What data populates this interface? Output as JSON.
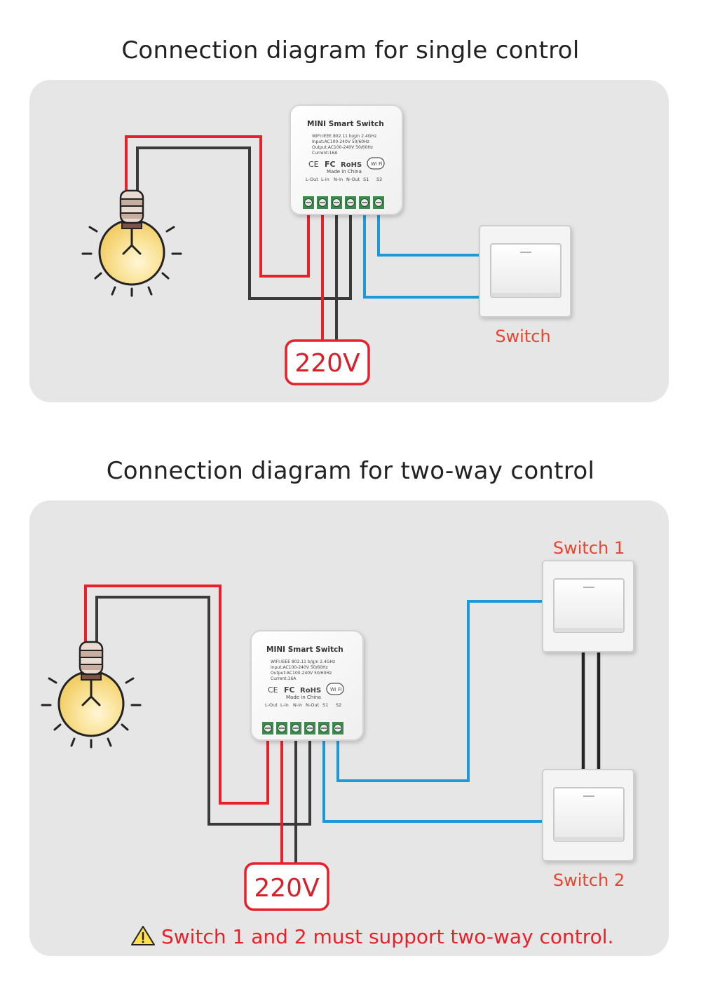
{
  "diagram1": {
    "title": "Connection diagram for single control",
    "module": {
      "name": "MINI  Smart  Switch",
      "spec_wifi": "WIFI:IEEE 802.11 b/g/n 2.4GHz",
      "spec_input": "Input:AC100-240V 50/60Hz",
      "spec_output": "Output:AC100-240V 50/60Hz",
      "spec_current": "Current:16A",
      "cert_ce": "CE",
      "cert_fc": "FC",
      "cert_rohs": "RoHS",
      "wifi_badge": "Wi Fi",
      "made_in": "Made in China",
      "terminals": [
        "L-Out",
        "L-in",
        "N-in",
        "N-Out",
        "S1",
        "S2"
      ]
    },
    "switch_label": "Switch",
    "voltage_label": "220V"
  },
  "diagram2": {
    "title": "Connection diagram for two-way control",
    "module": {
      "name": "MINI  Smart  Switch",
      "spec_wifi": "WIFI:IEEE 802.11 b/g/n 2.4GHz",
      "spec_input": "Input:AC100-240V 50/60Hz",
      "spec_output": "Output:AC100-240V 50/60Hz",
      "spec_current": "Current:16A",
      "cert_ce": "CE",
      "cert_fc": "FC",
      "cert_rohs": "RoHS",
      "wifi_badge": "Wi Fi",
      "made_in": "Made in China",
      "terminals": [
        "L-Out",
        "L-in",
        "N-in",
        "N-Out",
        "S1",
        "S2"
      ]
    },
    "switch1_label": "Switch 1",
    "switch2_label": "Switch 2",
    "voltage_label": "220V",
    "warning": "Switch 1 and 2 must support two-way control."
  },
  "colors": {
    "live_wire": "#e8202a",
    "neutral_wire": "#3a3a3a",
    "signal_wire": "#1d9ad6",
    "panel_bg": "#e6e6e6",
    "terminal_green": "#3b8a4e",
    "label_red": "#e8452f"
  },
  "icons": [
    "light-bulb-icon",
    "warning-triangle-icon",
    "wifi-icon"
  ]
}
